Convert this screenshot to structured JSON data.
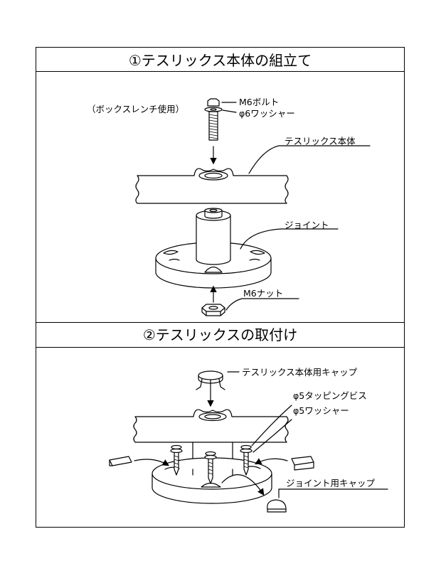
{
  "section1": {
    "title": "①テスリックス本体の組立て",
    "labels": {
      "socket_wrench_note": "（ボックスレンチ使用）",
      "m6_bolt": "M6ボルト",
      "washer6": "φ6ワッシャー",
      "tesrix_body": "テスリックス本体",
      "joint": "ジョイント",
      "m6_nut": "M6ナット"
    }
  },
  "section2": {
    "title": "②テスリックスの取付け",
    "labels": {
      "body_cap": "テスリックス本体用キャップ",
      "tapping_screw5": "φ5タッピングビス",
      "washer5": "φ5ワッシャー",
      "joint_cap": "ジョイント用キャップ"
    }
  },
  "colors": {
    "line": "#000000",
    "shade": "#d9d9d9",
    "background": "#ffffff"
  }
}
